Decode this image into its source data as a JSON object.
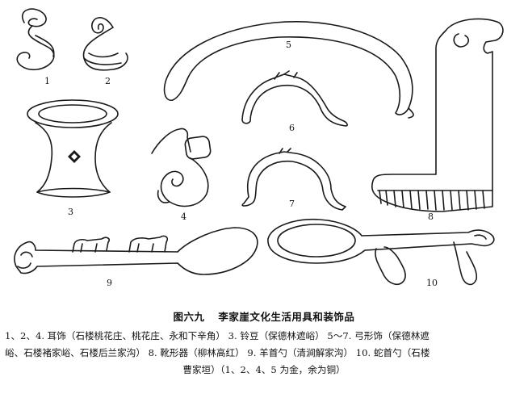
{
  "figure": {
    "number": "图六九",
    "title": "李家崖文化生活用具和装饰品"
  },
  "items": [
    {
      "label": "1",
      "name": "耳饰 1"
    },
    {
      "label": "2",
      "name": "耳饰 2"
    },
    {
      "label": "3",
      "name": "铃豆"
    },
    {
      "label": "4",
      "name": "耳饰 4"
    },
    {
      "label": "5",
      "name": "弓形饰 5"
    },
    {
      "label": "6",
      "name": "弓形饰 6"
    },
    {
      "label": "7",
      "name": "弓形饰 7"
    },
    {
      "label": "8",
      "name": "靴形器"
    },
    {
      "label": "9",
      "name": "羊首勺"
    },
    {
      "label": "10",
      "name": "蛇首勺"
    }
  ],
  "caption_lines": [
    "1、2、4. 耳饰（石楼桃花庄、桃花庄、永和下辛角）  3. 铃豆（保德林遮峪）  5～7. 弓形饰（保德林遮",
    "峪、石楼褚家峪、石楼后兰家沟）  8. 靴形器（柳林高红）  9. 羊首勺（清涧解家沟）  10. 蛇首勺（石楼",
    "曹家垣）（1、2、4、5 为金，余为铜）"
  ]
}
